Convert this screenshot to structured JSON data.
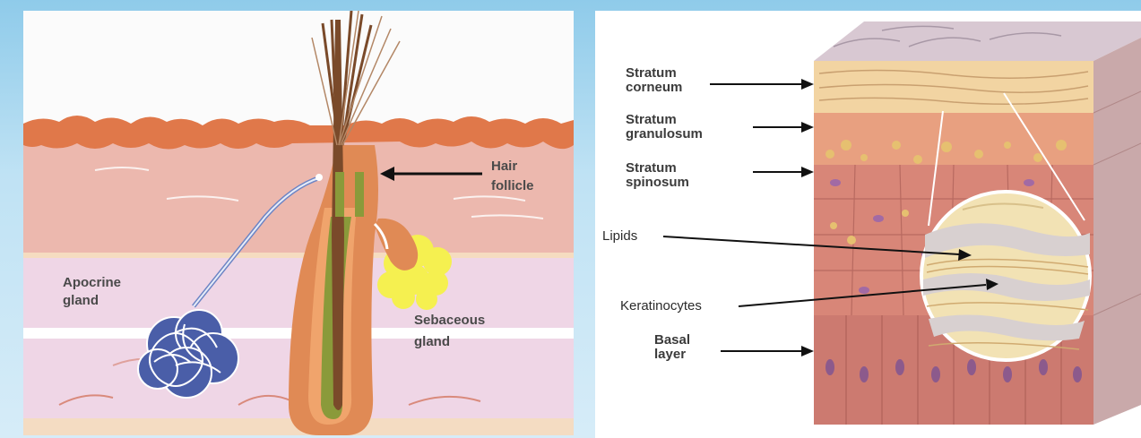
{
  "left_figure": {
    "labels": {
      "hair_follicle": [
        "Hair",
        "follicle"
      ],
      "apocrine_gland": [
        "Apocrine",
        "gland"
      ],
      "sebaceous_gland": [
        "Sebaceous",
        "gland"
      ]
    }
  },
  "right_figure": {
    "labels": {
      "stratum_corneum": [
        "Stratum",
        "corneum"
      ],
      "stratum_granulosum": [
        "Stratum",
        "granulosum"
      ],
      "stratum_spinosum": [
        "Stratum",
        "spinosum"
      ],
      "lipids": "Lipids",
      "keratinocytes": "Keratinocytes",
      "basal_layer": [
        "Basal",
        "layer"
      ]
    }
  },
  "colors": {
    "epidermis": "#e07b4a",
    "dermis": "#ecbcb4",
    "hypodermis": "#ecd4e4",
    "hair": "#7a4a2a",
    "sebaceous": "#f5f050",
    "apocrine": "#4a5ea8"
  }
}
